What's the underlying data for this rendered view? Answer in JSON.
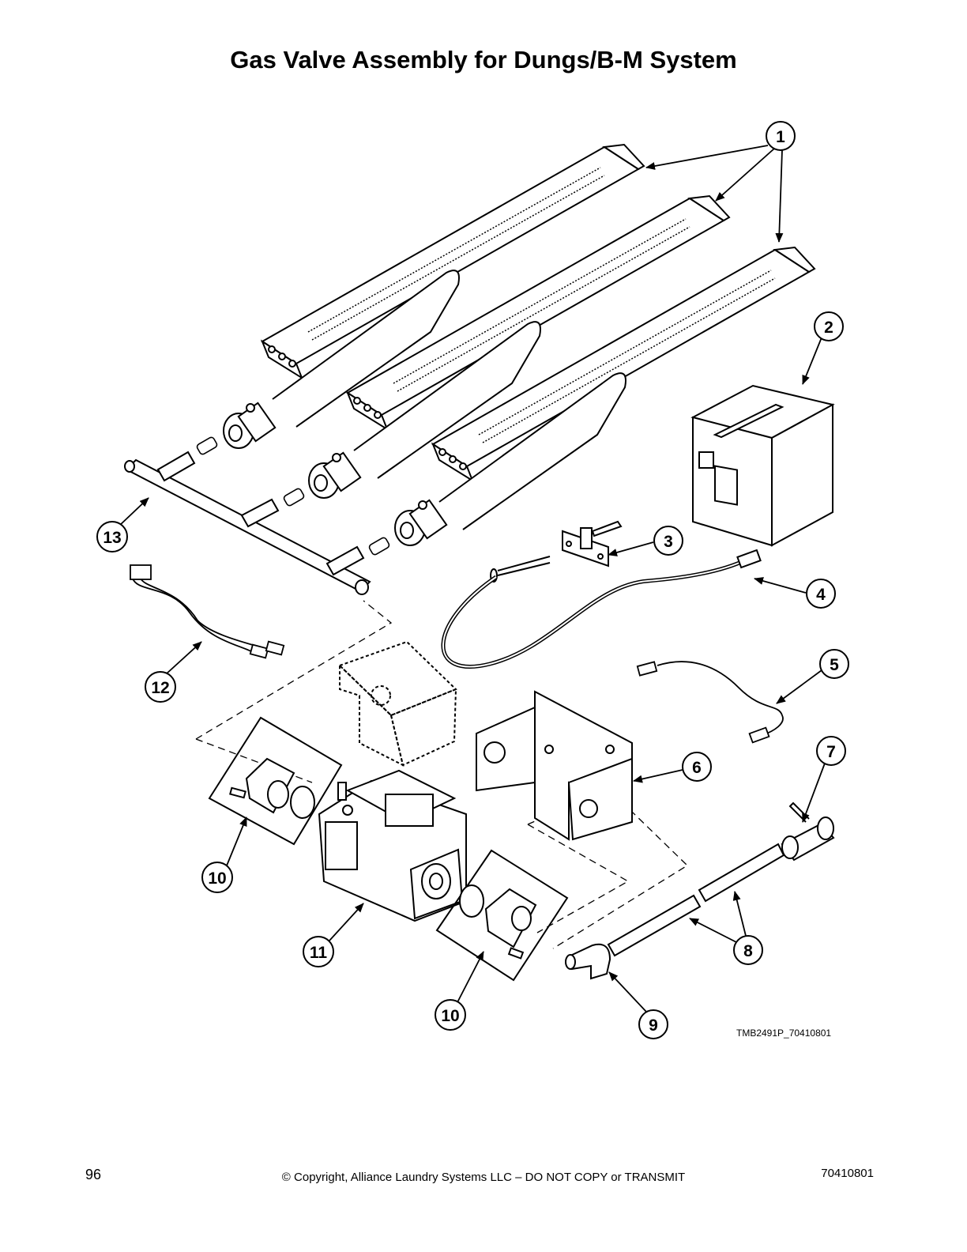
{
  "page": {
    "title": "Gas Valve Assembly for Dungs/B-M System",
    "figure_code": "TMB2491P_70410801",
    "page_number": "96",
    "copyright": "© Copyright, Alliance Laundry Systems LLC – DO NOT COPY or TRANSMIT",
    "doc_number": "70410801"
  },
  "callouts": [
    {
      "id": "1",
      "label": "1"
    },
    {
      "id": "2",
      "label": "2"
    },
    {
      "id": "3",
      "label": "3"
    },
    {
      "id": "4",
      "label": "4"
    },
    {
      "id": "5",
      "label": "5"
    },
    {
      "id": "6",
      "label": "6"
    },
    {
      "id": "7",
      "label": "7"
    },
    {
      "id": "8",
      "label": "8"
    },
    {
      "id": "9",
      "label": "9"
    },
    {
      "id": "10a",
      "label": "10"
    },
    {
      "id": "10b",
      "label": "10"
    },
    {
      "id": "11",
      "label": "11"
    },
    {
      "id": "12",
      "label": "12"
    },
    {
      "id": "13",
      "label": "13"
    }
  ]
}
